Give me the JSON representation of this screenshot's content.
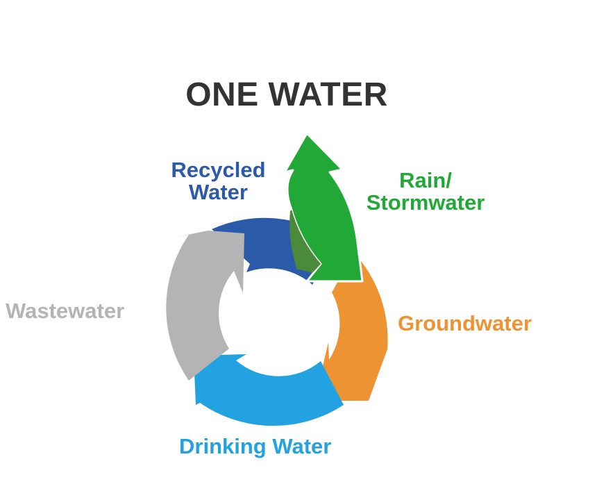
{
  "title": "ONE WATER",
  "stages": {
    "recycled": {
      "line1": "Recycled",
      "line2": "Water",
      "color": "#2a5aa8"
    },
    "rain": {
      "line1": "Rain/",
      "line2": "Stormwater",
      "color": "#22a836"
    },
    "ground": {
      "label": "Groundwater",
      "color": "#ee9332"
    },
    "drinking": {
      "label": "Drinking Water",
      "color": "#22a2e0"
    },
    "waste": {
      "label": "Wastewater",
      "color": "#b4b4b4"
    }
  },
  "colors": {
    "title": "#333333",
    "rain_overlap": "#4a8a3a"
  }
}
